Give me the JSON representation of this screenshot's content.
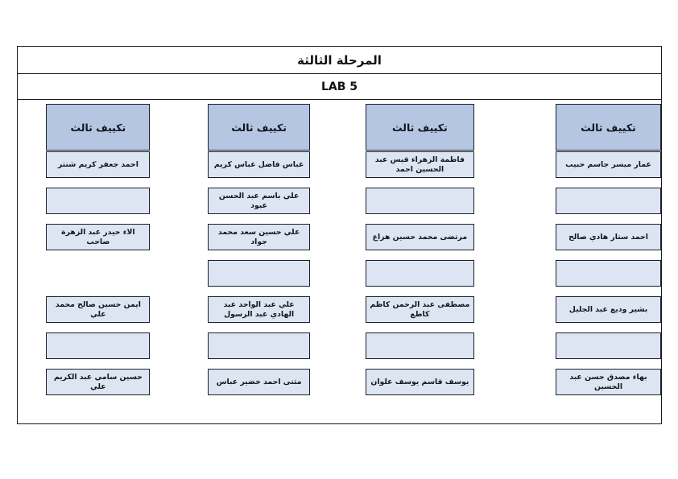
{
  "page": {
    "title": "المرحلة الثالثة",
    "subtitle": "LAB 5",
    "direction": "rtl",
    "colors": {
      "header_fill": "#b4c6e2",
      "cell_fill": "#dce5f1",
      "border": "#17202b",
      "text": "#11161d",
      "page_background": "#ffffff"
    }
  },
  "table": {
    "column_count": 4,
    "row_count": 7,
    "columns": [
      {
        "header": "تكييف ثالث",
        "cells": [
          {
            "text": "عمار ميسر جاسم حبيب",
            "empty": false,
            "present": true
          },
          {
            "text": "",
            "empty": true,
            "present": true
          },
          {
            "text": "احمد ستار هادي صالح",
            "empty": false,
            "present": true
          },
          {
            "text": "",
            "empty": true,
            "present": true
          },
          {
            "text": "بشير وديع عبد الجليل",
            "empty": false,
            "present": true
          },
          {
            "text": "",
            "empty": true,
            "present": true
          },
          {
            "text": "بهاء مصدق حسن عبد الحسين",
            "empty": false,
            "present": true
          }
        ]
      },
      {
        "header": "تكييف ثالث",
        "cells": [
          {
            "text": "فاطمة الزهراء قيس عبد الحسين احمد",
            "empty": false,
            "present": true
          },
          {
            "text": "",
            "empty": true,
            "present": true
          },
          {
            "text": "مرتضى محمد حسين هزاع",
            "empty": false,
            "present": true
          },
          {
            "text": "",
            "empty": true,
            "present": true
          },
          {
            "text": "مصطفى عبد الرحمن كاظم كاطع",
            "empty": false,
            "present": true
          },
          {
            "text": "",
            "empty": true,
            "present": true
          },
          {
            "text": "يوسف قاسم يوسف علوان",
            "empty": false,
            "present": true
          }
        ]
      },
      {
        "header": "تكييف ثالث",
        "cells": [
          {
            "text": "عباس فاضل عباس كريم",
            "empty": false,
            "present": true
          },
          {
            "text": "علي باسم عبد الحسن عبود",
            "empty": false,
            "present": true
          },
          {
            "text": "علي حسين سعد محمد جواد",
            "empty": false,
            "present": true
          },
          {
            "text": "",
            "empty": true,
            "present": true
          },
          {
            "text": "علي عبد الواحد عبد الهادي عبد الرسول",
            "empty": false,
            "present": true
          },
          {
            "text": "",
            "empty": true,
            "present": true
          },
          {
            "text": "مثنى احمد خضير عباس",
            "empty": false,
            "present": true
          }
        ]
      },
      {
        "header": "تكييف ثالث",
        "cells": [
          {
            "text": "احمد جعفر كريم شنتر",
            "empty": false,
            "present": true
          },
          {
            "text": "",
            "empty": true,
            "present": true
          },
          {
            "text": "الاء حيدر عبد الزهرة صاحب",
            "empty": false,
            "present": true
          },
          {
            "text": "",
            "empty": true,
            "present": false
          },
          {
            "text": "ايمن حسين صالح محمد علي",
            "empty": false,
            "present": true
          },
          {
            "text": "",
            "empty": true,
            "present": true
          },
          {
            "text": "حسين سامي عبد الكريم علي",
            "empty": false,
            "present": true
          }
        ]
      }
    ]
  }
}
